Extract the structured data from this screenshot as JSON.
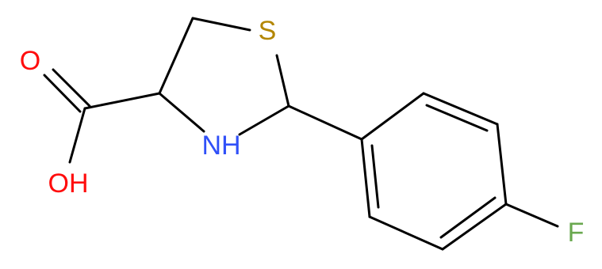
{
  "atoms": {
    "o_carbonyl": {
      "label": "O",
      "color": "#ff0d0d"
    },
    "oh": {
      "label": "OH",
      "color": "#ff0d0d"
    },
    "s": {
      "label": "S",
      "color": "#b38600"
    },
    "nh": {
      "label": "NH",
      "color": "#3050f8"
    },
    "f": {
      "label": "F",
      "color": "#6aa84f"
    }
  },
  "colors": {
    "bond": "#000000",
    "background": "#ffffff"
  }
}
